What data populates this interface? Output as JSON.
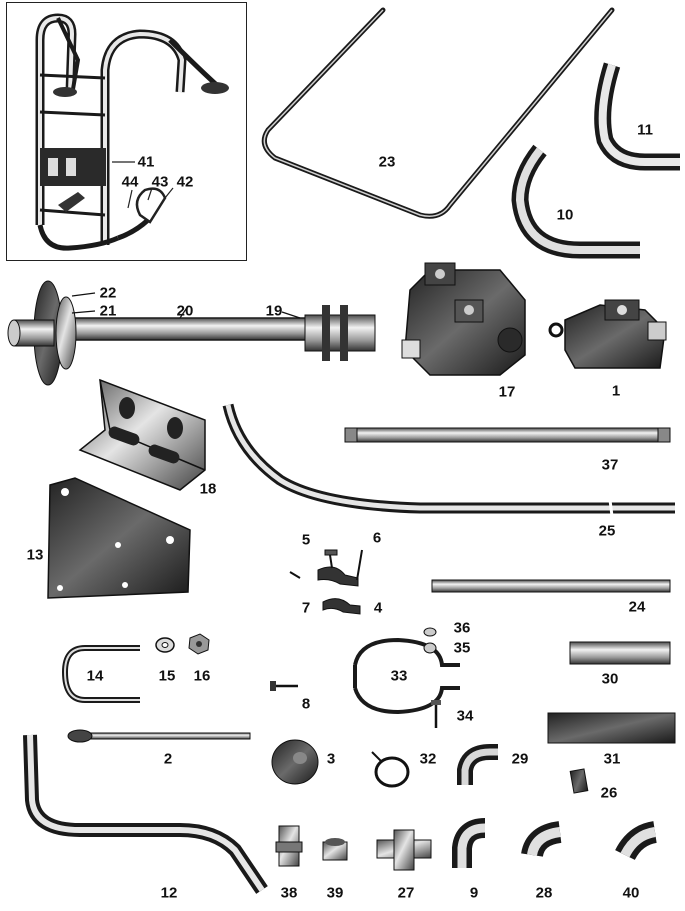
{
  "colors": {
    "ink": "#1a1a1a",
    "metal_light": "#e6e6e6",
    "metal_mid": "#9a9a9a",
    "metal_dark": "#3a3a3a",
    "background": "#ffffff"
  },
  "parts": [
    {
      "id": "1",
      "label": "1"
    },
    {
      "id": "2",
      "label": "2"
    },
    {
      "id": "3",
      "label": "3"
    },
    {
      "id": "4",
      "label": "4"
    },
    {
      "id": "5",
      "label": "5"
    },
    {
      "id": "6",
      "label": "6"
    },
    {
      "id": "7",
      "label": "7"
    },
    {
      "id": "8",
      "label": "8"
    },
    {
      "id": "9",
      "label": "9"
    },
    {
      "id": "10",
      "label": "10"
    },
    {
      "id": "11",
      "label": "11"
    },
    {
      "id": "12",
      "label": "12"
    },
    {
      "id": "13",
      "label": "13"
    },
    {
      "id": "14",
      "label": "14"
    },
    {
      "id": "15",
      "label": "15"
    },
    {
      "id": "16",
      "label": "16"
    },
    {
      "id": "17",
      "label": "17"
    },
    {
      "id": "18",
      "label": "18"
    },
    {
      "id": "19",
      "label": "19"
    },
    {
      "id": "20",
      "label": "20"
    },
    {
      "id": "21",
      "label": "21"
    },
    {
      "id": "22",
      "label": "22"
    },
    {
      "id": "23",
      "label": "23"
    },
    {
      "id": "24",
      "label": "24"
    },
    {
      "id": "25",
      "label": "25"
    },
    {
      "id": "26",
      "label": "26"
    },
    {
      "id": "27",
      "label": "27"
    },
    {
      "id": "28",
      "label": "28"
    },
    {
      "id": "29",
      "label": "29"
    },
    {
      "id": "30",
      "label": "30"
    },
    {
      "id": "31",
      "label": "31"
    },
    {
      "id": "32",
      "label": "32"
    },
    {
      "id": "33",
      "label": "33"
    },
    {
      "id": "34",
      "label": "34"
    },
    {
      "id": "35",
      "label": "35"
    },
    {
      "id": "36",
      "label": "36"
    },
    {
      "id": "37",
      "label": "37"
    },
    {
      "id": "38",
      "label": "38"
    },
    {
      "id": "39",
      "label": "39"
    },
    {
      "id": "40",
      "label": "40"
    },
    {
      "id": "41",
      "label": "41"
    },
    {
      "id": "42",
      "label": "42"
    },
    {
      "id": "43",
      "label": "43"
    },
    {
      "id": "44",
      "label": "44"
    }
  ]
}
